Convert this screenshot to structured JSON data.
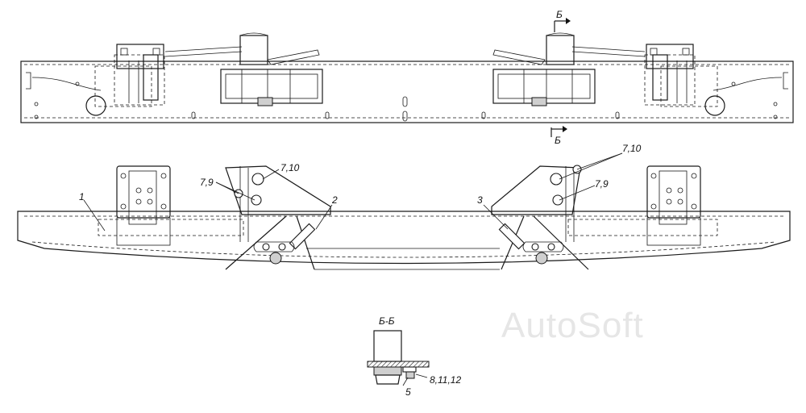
{
  "callouts": {
    "c1": "1",
    "c2": "2",
    "c3": "3",
    "c5": "5",
    "c7_10_left": "7,10",
    "c7_9_left": "7,9",
    "c7_10_right": "7,10",
    "c7_9_right": "7,9",
    "c8_11_12": "8,11,12"
  },
  "section": {
    "marker_top": "Б",
    "marker_bottom": "Б",
    "title": "Б-Б"
  },
  "watermark": "AutoSoft"
}
